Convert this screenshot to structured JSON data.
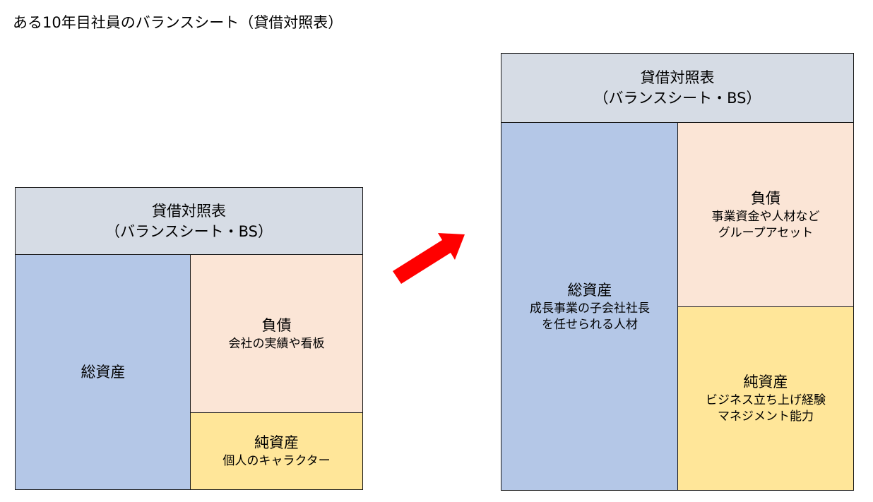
{
  "title": "ある10年目社員のバランスシート（貸借対照表）",
  "colors": {
    "header": "#d6dce5",
    "assets": "#b4c7e7",
    "liabilities": "#fbe5d6",
    "equity": "#ffe699",
    "arrow": "#ff0000"
  },
  "left": {
    "header_line1": "貸借対照表",
    "header_line2": "（バランスシート・BS）",
    "assets_title": "総資産",
    "liabilities_title": "負債",
    "liabilities_desc": "会社の実績や看板",
    "equity_title": "純資産",
    "equity_desc": "個人のキャラクター"
  },
  "arrow_icon": "red-arrow-up-right-icon",
  "right": {
    "header_line1": "貸借対照表",
    "header_line2": "（バランスシート・BS）",
    "assets_title": "総資産",
    "assets_desc_line1": "成長事業の子会社社長",
    "assets_desc_line2": "を任せられる人材",
    "liabilities_title": "負債",
    "liabilities_desc_line1": "事業資金や人材など",
    "liabilities_desc_line2": "グループアセット",
    "equity_title": "純資産",
    "equity_desc_line1": "ビジネス立ち上げ経験",
    "equity_desc_line2": "マネジメント能力"
  }
}
